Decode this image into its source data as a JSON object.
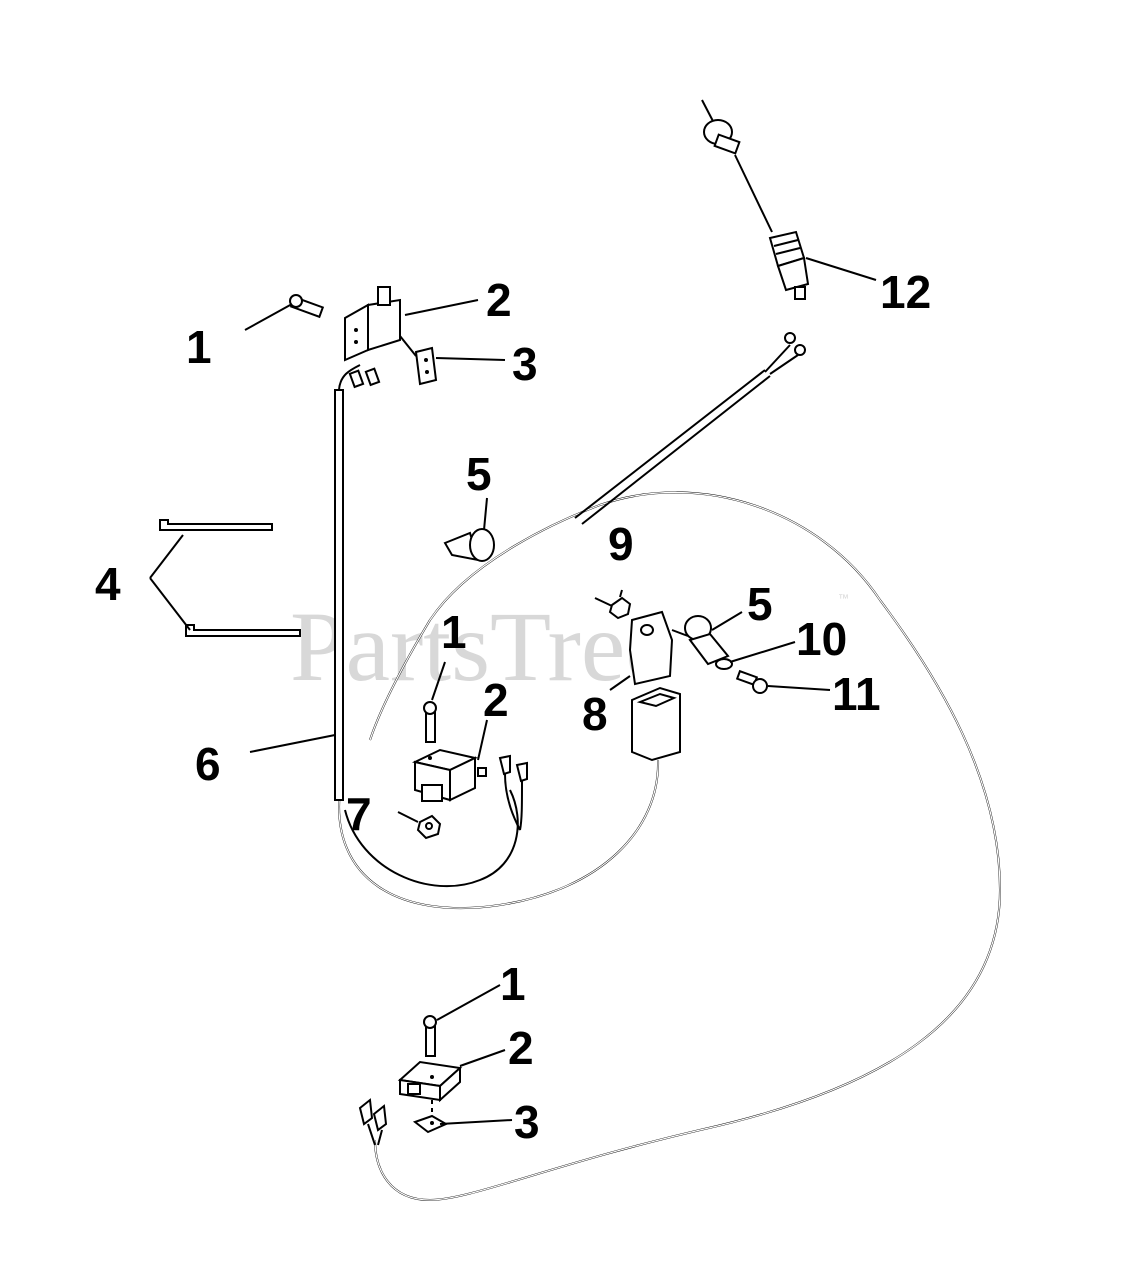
{
  "watermark": {
    "text": "PartsTree",
    "mark": "™"
  },
  "callouts": {
    "c1_top": "1",
    "c2_top": "2",
    "c3_top": "3",
    "c4": "4",
    "c5_top": "5",
    "c6": "6",
    "c1_mid": "1",
    "c2_mid": "2",
    "c7": "7",
    "c9": "9",
    "c5_mid": "5",
    "c10": "10",
    "c8": "8",
    "c11": "11",
    "c12": "12",
    "c1_bot": "1",
    "c2_bot": "2",
    "c3_bot": "3"
  }
}
